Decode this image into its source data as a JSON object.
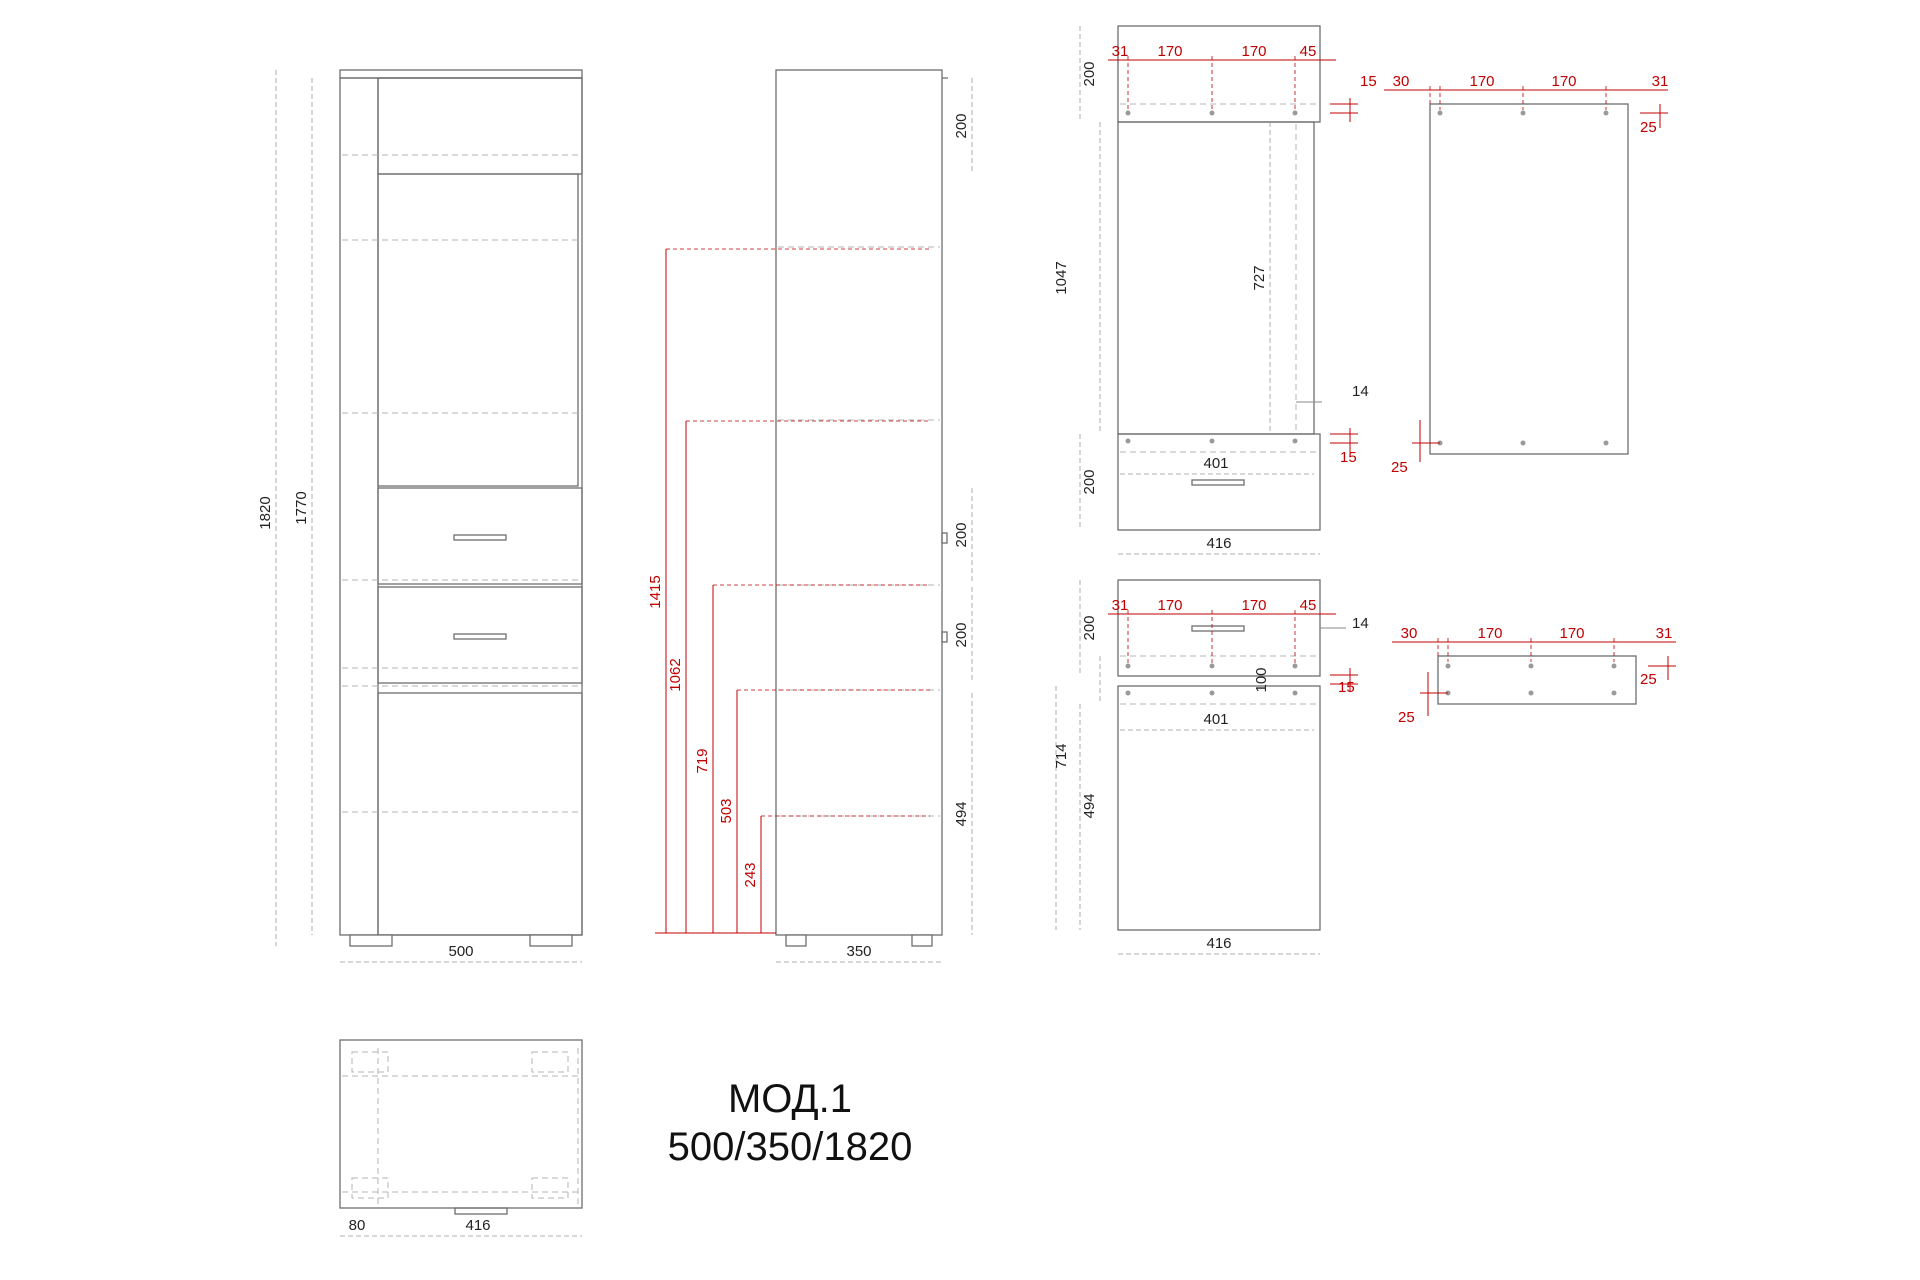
{
  "model": {
    "name": "МОД.1",
    "dimensions": "500/350/1820"
  },
  "front_view": {
    "height_total": "1820",
    "height_body": "1770",
    "width": "500"
  },
  "side_view": {
    "width": "350",
    "shelf_heights": [
      "1415",
      "1062",
      "719",
      "503",
      "243"
    ],
    "right_dims": [
      "200",
      "200",
      "200",
      "494"
    ]
  },
  "top_view": {
    "left": "80",
    "inner": "416"
  },
  "detail_a": {
    "top": [
      "31",
      "170",
      "170",
      "45"
    ],
    "side": [
      "15",
      "14",
      "15"
    ],
    "heights": [
      "200",
      "1047",
      "727",
      "200"
    ],
    "inner_width": "401",
    "width": "416"
  },
  "detail_a_side": {
    "top": [
      "30",
      "170",
      "170",
      "31"
    ],
    "marks": [
      "25",
      "25"
    ]
  },
  "detail_b": {
    "top": [
      "31",
      "170",
      "170",
      "45"
    ],
    "side": [
      "14",
      "15"
    ],
    "heights": [
      "200",
      "100",
      "714",
      "494"
    ],
    "inner_width": "401",
    "width": "416"
  },
  "detail_b_side": {
    "top": [
      "30",
      "170",
      "170",
      "31"
    ],
    "marks": [
      "25",
      "25"
    ]
  }
}
